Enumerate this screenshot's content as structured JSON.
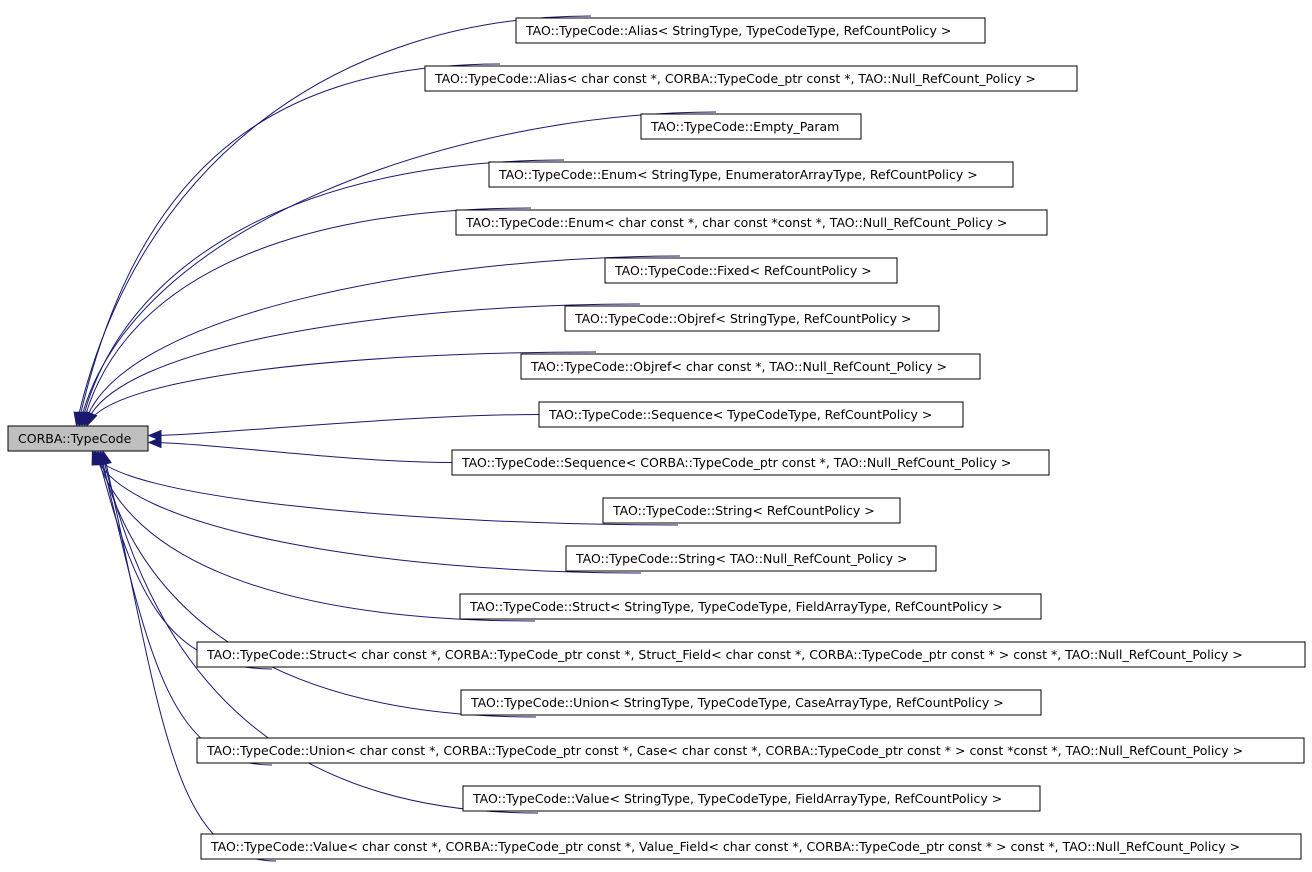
{
  "diagram": {
    "base": {
      "label": "CORBA::TypeCode"
    },
    "derived": [
      {
        "label": "TAO::TypeCode::Alias< StringType, TypeCodeType, RefCountPolicy >"
      },
      {
        "label": "TAO::TypeCode::Alias< char const *, CORBA::TypeCode_ptr const *, TAO::Null_RefCount_Policy >"
      },
      {
        "label": "TAO::TypeCode::Empty_Param"
      },
      {
        "label": "TAO::TypeCode::Enum< StringType, EnumeratorArrayType, RefCountPolicy >"
      },
      {
        "label": "TAO::TypeCode::Enum< char const *, char const *const *, TAO::Null_RefCount_Policy >"
      },
      {
        "label": "TAO::TypeCode::Fixed< RefCountPolicy >"
      },
      {
        "label": "TAO::TypeCode::Objref< StringType, RefCountPolicy >"
      },
      {
        "label": "TAO::TypeCode::Objref< char const *, TAO::Null_RefCount_Policy >"
      },
      {
        "label": "TAO::TypeCode::Sequence< TypeCodeType, RefCountPolicy >"
      },
      {
        "label": "TAO::TypeCode::Sequence< CORBA::TypeCode_ptr const *, TAO::Null_RefCount_Policy >"
      },
      {
        "label": "TAO::TypeCode::String< RefCountPolicy >"
      },
      {
        "label": "TAO::TypeCode::String< TAO::Null_RefCount_Policy >"
      },
      {
        "label": "TAO::TypeCode::Struct< StringType, TypeCodeType, FieldArrayType, RefCountPolicy >"
      },
      {
        "label": "TAO::TypeCode::Struct< char const *, CORBA::TypeCode_ptr const *, Struct_Field< char const *, CORBA::TypeCode_ptr const * > const *, TAO::Null_RefCount_Policy >"
      },
      {
        "label": "TAO::TypeCode::Union< StringType, TypeCodeType, CaseArrayType, RefCountPolicy >"
      },
      {
        "label": "TAO::TypeCode::Union< char const *, CORBA::TypeCode_ptr const *, Case< char const *, CORBA::TypeCode_ptr const * > const *const *, TAO::Null_RefCount_Policy >"
      },
      {
        "label": "TAO::TypeCode::Value< StringType, TypeCodeType, FieldArrayType, RefCountPolicy >"
      },
      {
        "label": "TAO::TypeCode::Value< char const *, CORBA::TypeCode_ptr const *, Value_Field< char const *, CORBA::TypeCode_ptr const * > const *, TAO::Null_RefCount_Policy >"
      }
    ],
    "colors": {
      "edge": "#191970",
      "base_fill": "#bfbfbf",
      "node_fill": "#ffffff",
      "border": "#000000"
    }
  }
}
